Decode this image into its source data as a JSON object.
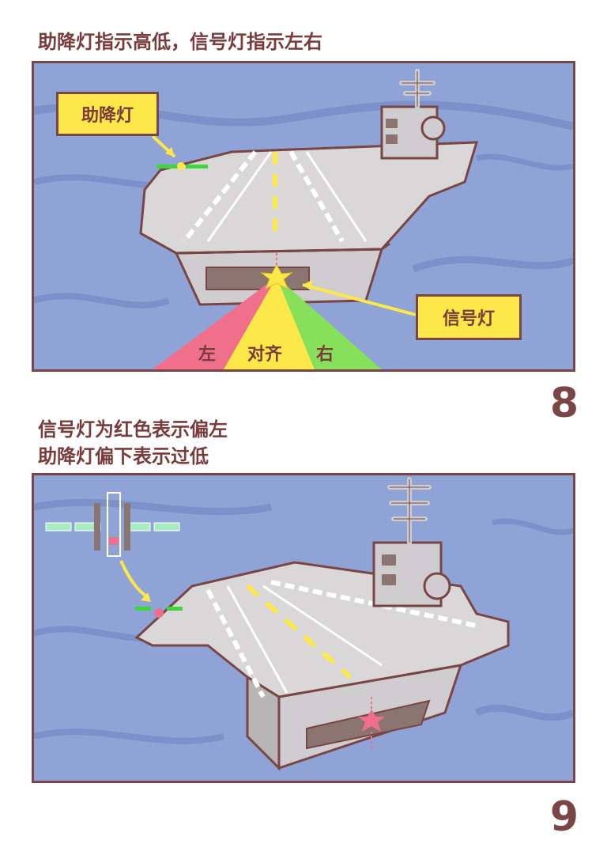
{
  "panel1": {
    "caption": "助降灯指示高低，信号灯指示左右",
    "assist_light_label": "助降灯",
    "signal_light_label": "信号灯",
    "sector_left": "左",
    "sector_center": "对齐",
    "sector_right": "右",
    "number": "8"
  },
  "panel2": {
    "caption_line1": "信号灯为红色表示偏左",
    "caption_line2": "助降灯偏下表示过低",
    "number": "9"
  },
  "colors": {
    "sea": "#8fa3d6",
    "sea_dark": "#6f84bf",
    "deck": "#d9d7d8",
    "hull": "#cfcdcf",
    "outline": "#7a4545",
    "yellow": "#fde84a",
    "red_sector": "#f0708c",
    "green_sector": "#86e05a",
    "light_green": "#3dd63d",
    "pink_light": "#f0708c"
  }
}
